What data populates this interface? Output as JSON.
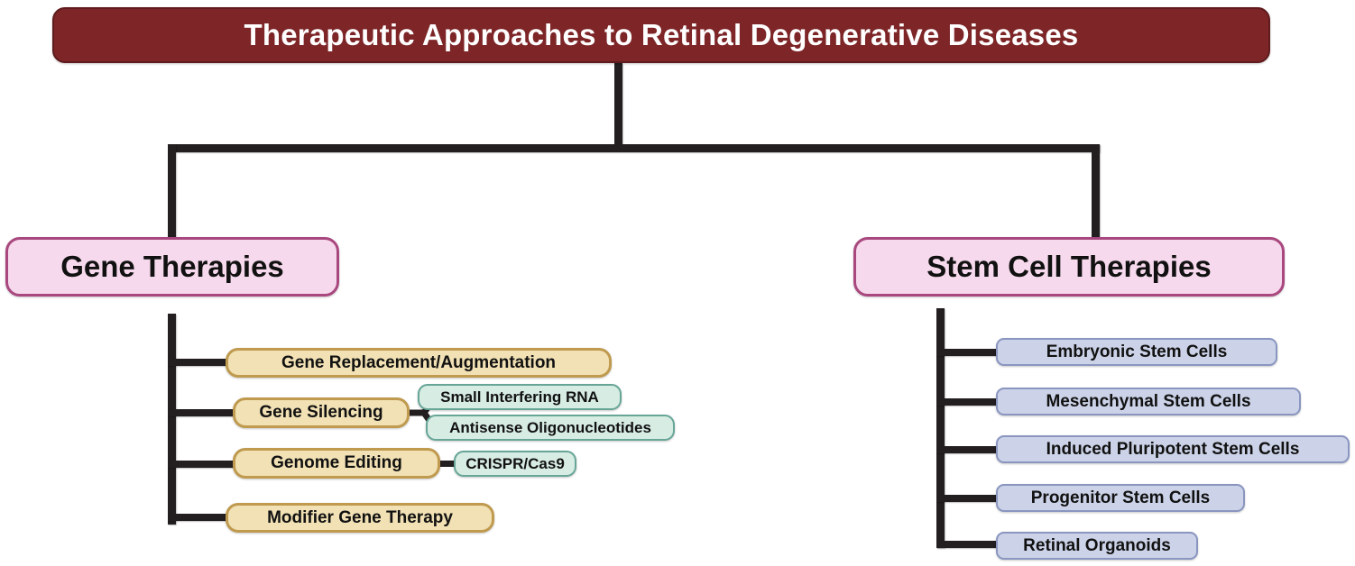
{
  "diagram": {
    "title": "Therapeutic Approaches to Retinal Degenerative Diseases",
    "type": "hierarchy-tree",
    "colors": {
      "root_fill": "#7d2527",
      "root_text": "#ffffff",
      "branch_fill": "#f6d9ec",
      "branch_border": "#a9487f",
      "gene_fill": "#f1e1b4",
      "gene_border": "#bf9a4f",
      "sub_fill": "#d7ece3",
      "sub_border": "#67a697",
      "stem_fill": "#ccd3e8",
      "stem_border": "#8a96c0",
      "connector": "#231f20"
    },
    "branches": {
      "gene": {
        "label": "Gene Therapies",
        "children": [
          {
            "label": "Gene Replacement/Augmentation",
            "children": []
          },
          {
            "label": "Gene Silencing",
            "children": [
              {
                "label": "Small Interfering RNA"
              },
              {
                "label": "Antisense Oligonucleotides"
              }
            ]
          },
          {
            "label": "Genome Editing",
            "children": [
              {
                "label": "CRISPR/Cas9"
              }
            ]
          },
          {
            "label": "Modifier Gene Therapy",
            "children": []
          }
        ]
      },
      "stem": {
        "label": "Stem Cell Therapies",
        "children": [
          {
            "label": "Embryonic Stem Cells"
          },
          {
            "label": "Mesenchymal Stem Cells"
          },
          {
            "label": "Induced Pluripotent Stem Cells"
          },
          {
            "label": "Progenitor Stem Cells"
          },
          {
            "label": "Retinal Organoids"
          }
        ]
      }
    }
  }
}
